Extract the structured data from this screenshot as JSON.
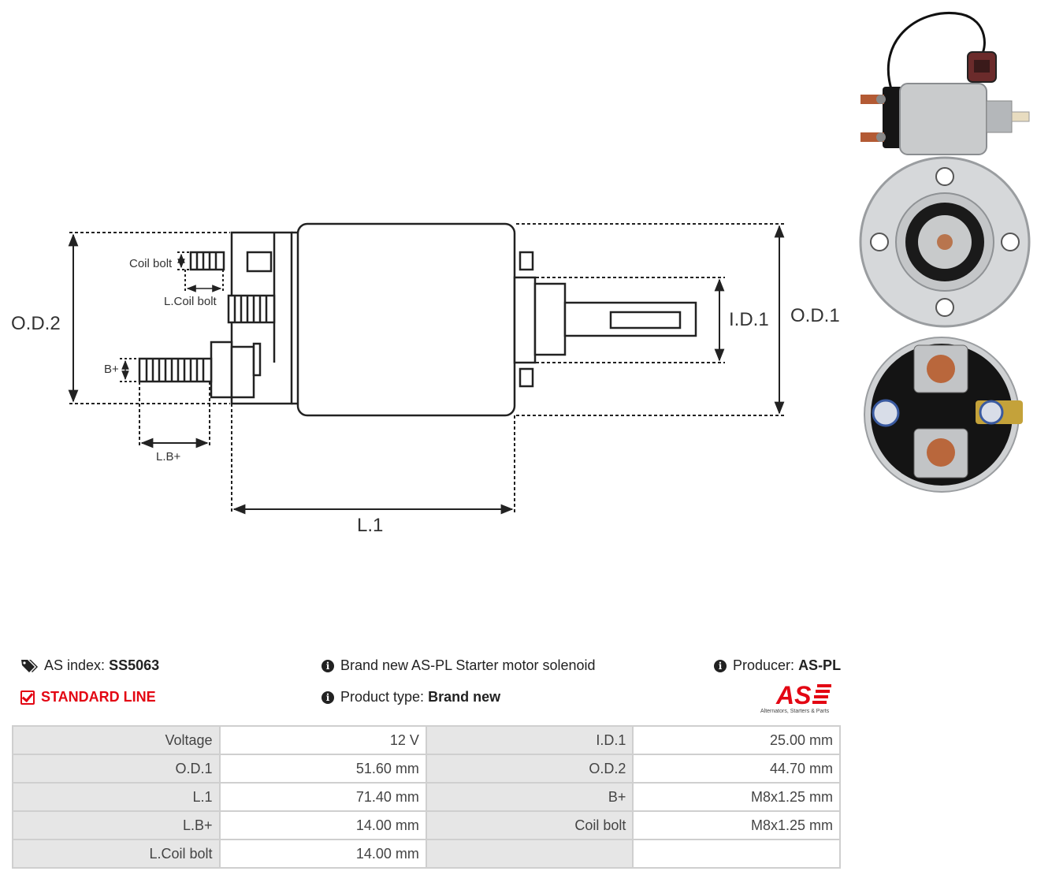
{
  "diagram": {
    "labels": {
      "od2": "O.D.2",
      "od1": "O.D.1",
      "id1": "I.D.1",
      "l1": "L.1",
      "coil_bolt": "Coil bolt",
      "l_coil_bolt": "L.Coil bolt",
      "b_plus": "B+",
      "l_b_plus": "L.B+"
    }
  },
  "photos": [
    {
      "icon": "solenoid-side-photo"
    },
    {
      "icon": "solenoid-front-photo"
    },
    {
      "icon": "solenoid-terminal-photo"
    }
  ],
  "info": {
    "as_index_label": "AS index:",
    "as_index_value": "SS5063",
    "description": "Brand new AS-PL Starter motor solenoid",
    "producer_label": "Producer:",
    "producer_value": "AS-PL",
    "line": "STANDARD LINE",
    "product_type_label": "Product type:",
    "product_type_value": "Brand new",
    "logo_text": "AS",
    "logo_tagline": "Alternators, Starters & Parts",
    "accent_color": "#e30613"
  },
  "specs": [
    [
      {
        "label": "Voltage",
        "value": "12 V"
      },
      {
        "label": "I.D.1",
        "value": "25.00 mm"
      }
    ],
    [
      {
        "label": "O.D.1",
        "value": "51.60 mm"
      },
      {
        "label": "O.D.2",
        "value": "44.70 mm"
      }
    ],
    [
      {
        "label": "L.1",
        "value": "71.40 mm"
      },
      {
        "label": "B+",
        "value": "M8x1.25 mm"
      }
    ],
    [
      {
        "label": "L.B+",
        "value": "14.00 mm"
      },
      {
        "label": "Coil bolt",
        "value": "M8x1.25 mm"
      }
    ],
    [
      {
        "label": "L.Coil bolt",
        "value": "14.00 mm"
      },
      {
        "label": "",
        "value": ""
      }
    ]
  ]
}
